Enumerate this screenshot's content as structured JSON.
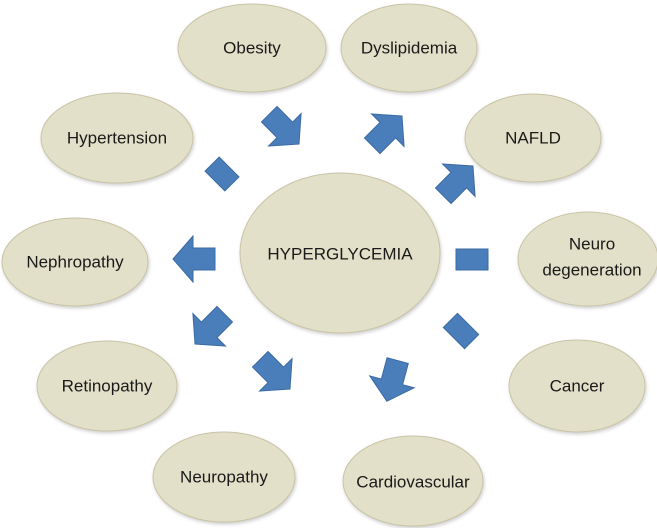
{
  "colors": {
    "ellipse_fill": "#e3e0c9",
    "ellipse_stroke": "#c9c4a6",
    "arrow_fill": "#4a7ebb",
    "arrow_stroke": "#3b6aa3"
  },
  "center": {
    "label": "HYPERGLYCEMIA"
  },
  "nodes": [
    {
      "id": "obesity",
      "label": "Obesity"
    },
    {
      "id": "dyslipidemia",
      "label": "Dyslipidemia"
    },
    {
      "id": "hypertension",
      "label": "Hypertension"
    },
    {
      "id": "nafld",
      "label": "NAFLD"
    },
    {
      "id": "nephropathy",
      "label": "Nephropathy"
    },
    {
      "id": "neurodegeneration",
      "label_line1": "Neuro",
      "label_line2": "degeneration"
    },
    {
      "id": "retinopathy",
      "label": "Retinopathy"
    },
    {
      "id": "cancer",
      "label": "Cancer"
    },
    {
      "id": "neuropathy",
      "label": "Neuropathy"
    },
    {
      "id": "cardiovascular",
      "label": "Cardiovascular"
    }
  ]
}
